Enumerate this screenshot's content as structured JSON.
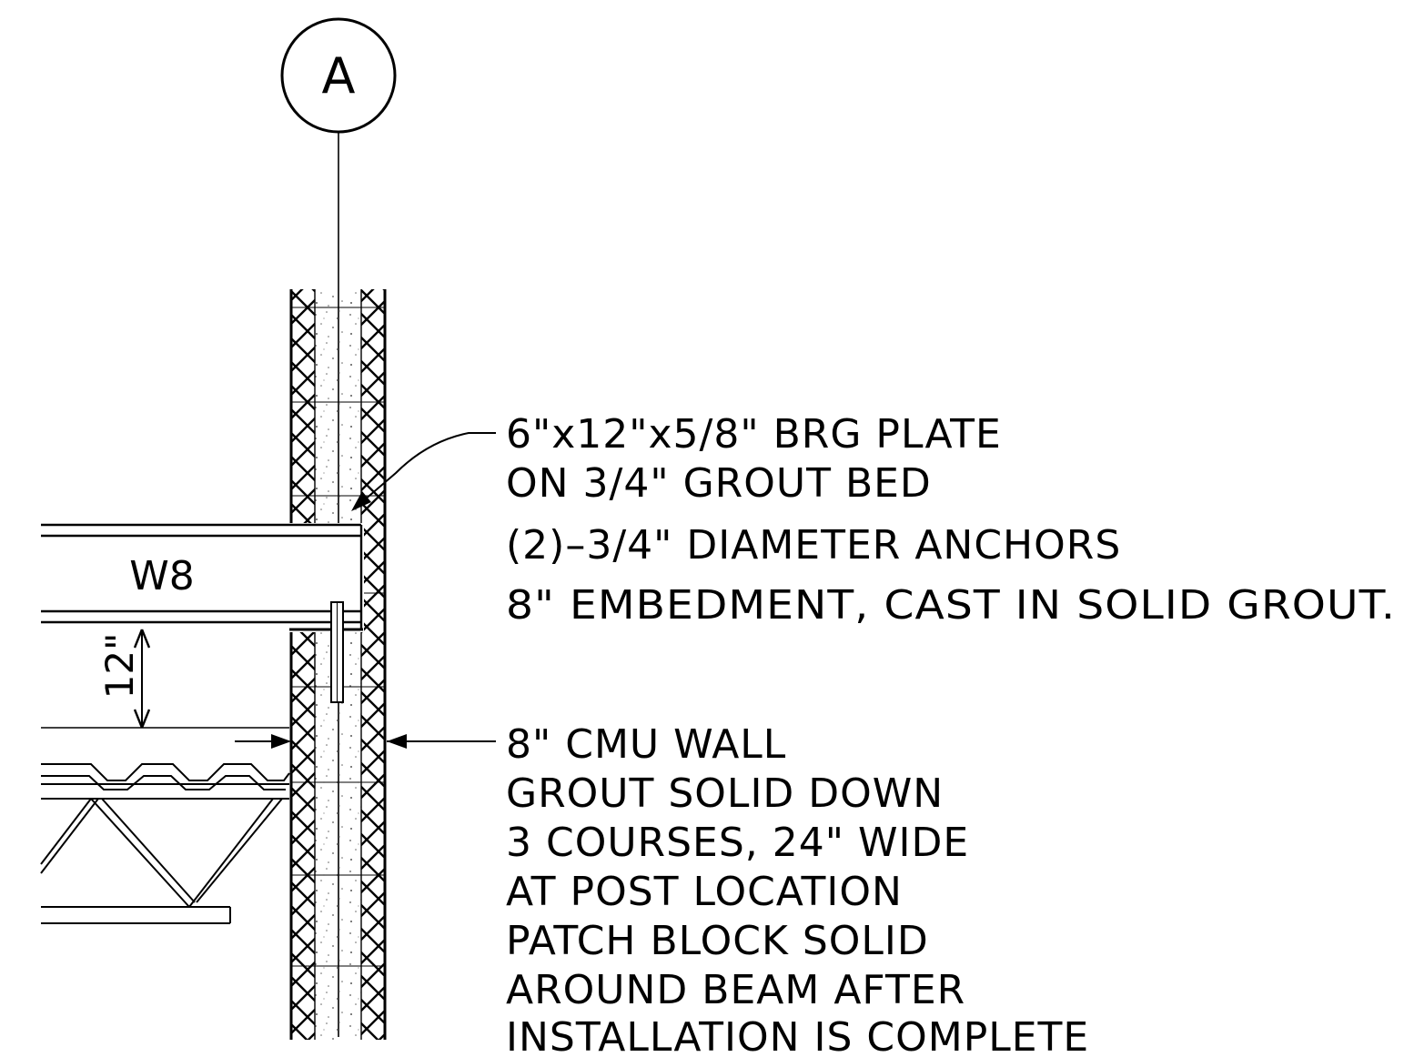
{
  "grid_bubble": {
    "label": "A"
  },
  "beam": {
    "label": "W8"
  },
  "dimension": {
    "label": "12\""
  },
  "notes": {
    "bearing_plate": [
      "6\"x12\"x5/8\"  BRG  PLATE",
      "ON  3/4\"  GROUT  BED"
    ],
    "anchors": [
      "(2)–3/4\"  DIAMETER  ANCHORS",
      "8\"  EMBEDMENT,  CAST  IN  SOLID  GROUT."
    ],
    "cmu_wall": [
      "8\"  CMU  WALL",
      "GROUT  SOLID  DOWN",
      "3  COURSES,  24\"  WIDE",
      "AT  POST  LOCATION",
      "PATCH  BLOCK  SOLID",
      "AROUND  BEAM  AFTER",
      "INSTALLATION  IS  COMPLETE"
    ]
  }
}
